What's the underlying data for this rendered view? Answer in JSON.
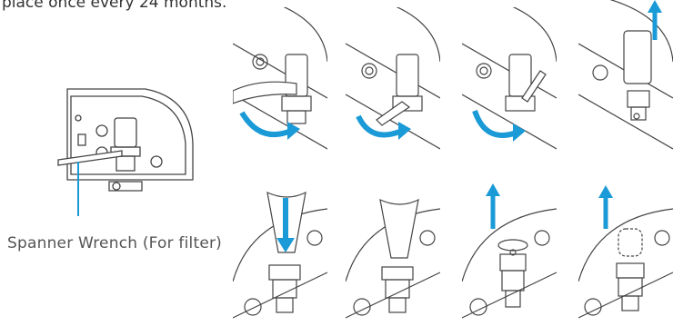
{
  "header_text": "place once every 24 months.",
  "caption": "Spanner Wrench (For filter)",
  "accent_color": "#1a9ad6",
  "line_color": "#444444",
  "steps": [
    {
      "arrow": "rotate-icon"
    },
    {
      "arrow": "rotate-icon"
    },
    {
      "arrow": "rotate-icon"
    },
    {
      "arrow": "up-arrow-icon"
    },
    {
      "arrow": "down-arrow-icon"
    },
    {
      "arrow": "none"
    },
    {
      "arrow": "up-arrow-icon"
    },
    {
      "arrow": "up-arrow-icon"
    }
  ]
}
